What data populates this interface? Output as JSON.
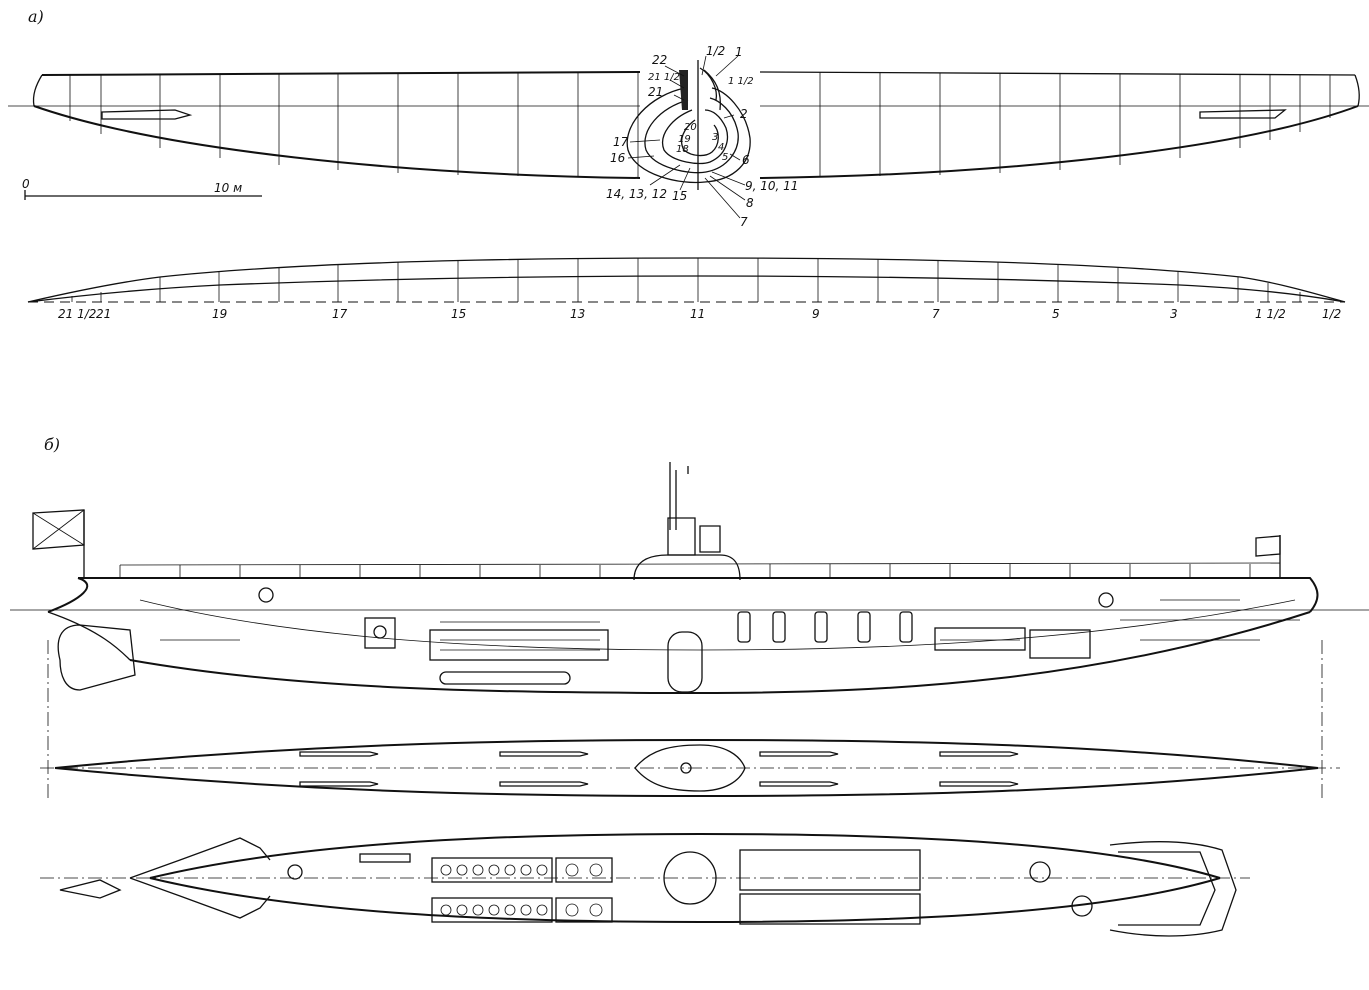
{
  "panel_a": {
    "label": "а)",
    "scale": {
      "zero": "0",
      "ten": "10 м"
    },
    "body_plan_labels": [
      "22",
      "1/2",
      "1",
      "21 1/2",
      "1 1/2",
      "21",
      "20",
      "2",
      "3",
      "17",
      "19",
      "18",
      "4",
      "16",
      "5",
      "6",
      "14, 13, 12",
      "15",
      "9, 10, 11",
      "8",
      "7"
    ],
    "half_breadth_stations": [
      "21 1/2",
      "21",
      "19",
      "17",
      "15",
      "13",
      "11",
      "9",
      "7",
      "5",
      "3",
      "1 1/2",
      "1/2"
    ]
  },
  "panel_b": {
    "label": "б)"
  }
}
